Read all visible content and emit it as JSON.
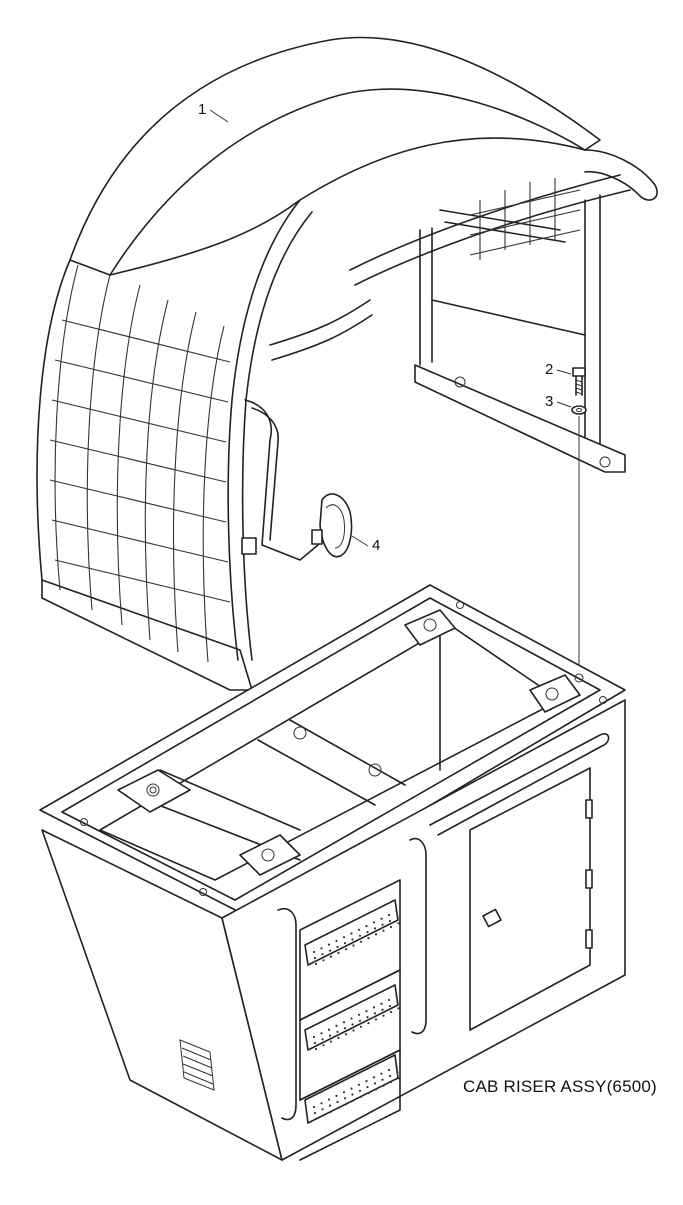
{
  "drawing": {
    "caption": "CAB RISER ASSY(6500)"
  },
  "callouts": [
    {
      "id": "1",
      "label": "1",
      "part": "guard-frame"
    },
    {
      "id": "2",
      "label": "2",
      "part": "bolt"
    },
    {
      "id": "3",
      "label": "3",
      "part": "washer"
    },
    {
      "id": "4",
      "label": "4",
      "part": "mirror"
    }
  ]
}
